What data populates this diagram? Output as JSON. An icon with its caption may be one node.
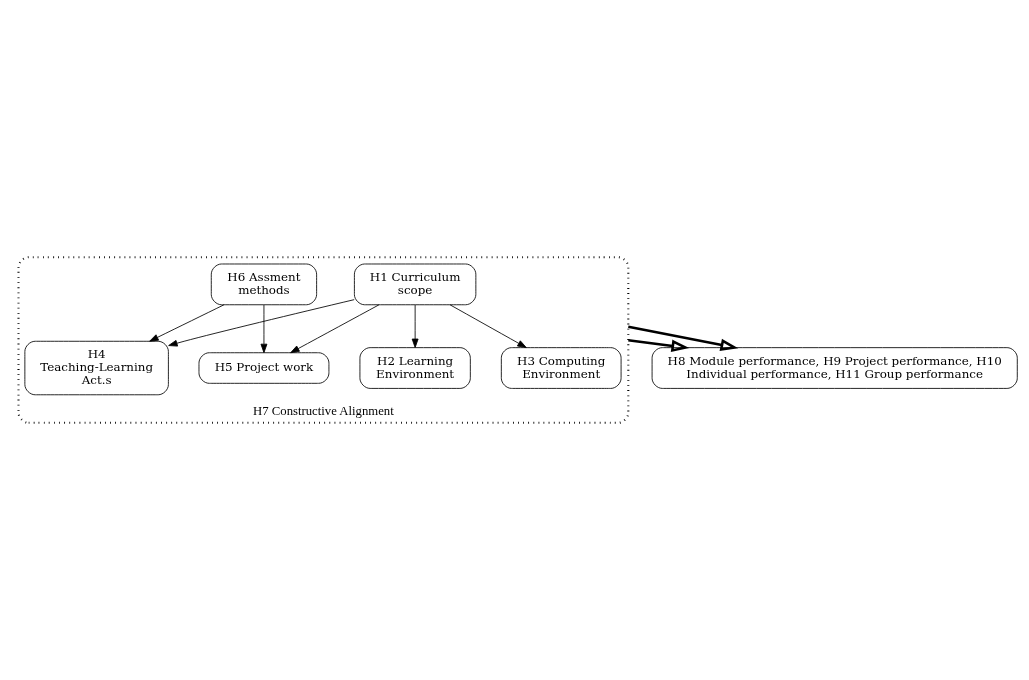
{
  "diagram": {
    "nodes": [
      {
        "text": [
          "H7 Constructive Alignment"
        ]
      },
      {
        "text": [
          "H1 Curriculum scope"
        ],
        "in": 0
      },
      {
        "text": [
          "H2 Learning Environment"
        ],
        "in": 0
      },
      {
        "text": [
          "H3 Computing Environment"
        ],
        "in": 0
      },
      {
        "text": [
          "H4 Teaching-Learning Act.s"
        ],
        "in": 0
      },
      {
        "text": [
          "H5 Project work"
        ],
        "in": 0
      },
      {
        "text": [
          "H6 Assment methods"
        ],
        "in": 0
      },
      {
        "text": [
          "H8 Module performance, H9 Project performance, H10 Individual performance, H11 Group performance"
        ]
      }
    ],
    "edges": [
      {
        "from": 1,
        "to": 2,
        "arrow": "to"
      },
      {
        "from": 1,
        "to": 3,
        "arrow": "to"
      },
      {
        "from": 1,
        "to": 4,
        "arrow": "to"
      },
      {
        "from": 1,
        "to": 5,
        "arrow": "to"
      },
      {
        "from": 6,
        "to": 4,
        "arrow": "to"
      },
      {
        "from": 6,
        "to": 5,
        "arrow": "to"
      },
      {
        "from": 0,
        "to": 7,
        "arrow": "to",
        "style": "thick"
      },
      {
        "from": 0,
        "to": 7,
        "arrow": "to",
        "style": "thick"
      }
    ]
  }
}
